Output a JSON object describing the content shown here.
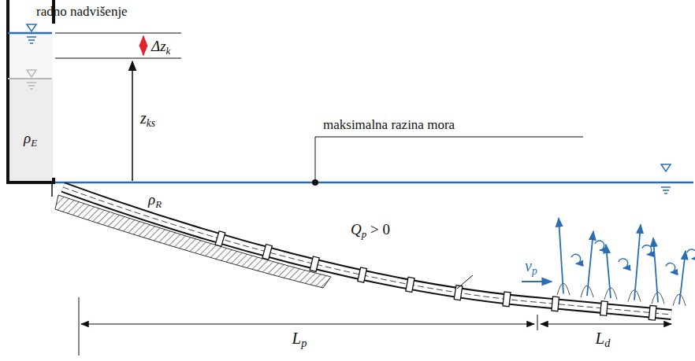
{
  "diagram": {
    "labels": [
      "radno nadvišenje",
      "Δzk",
      "zks",
      "ρE",
      "maksimalna razina mora",
      "ρR",
      "Qp > 0",
      "vp",
      "Lp",
      "Ld"
    ]
  }
}
